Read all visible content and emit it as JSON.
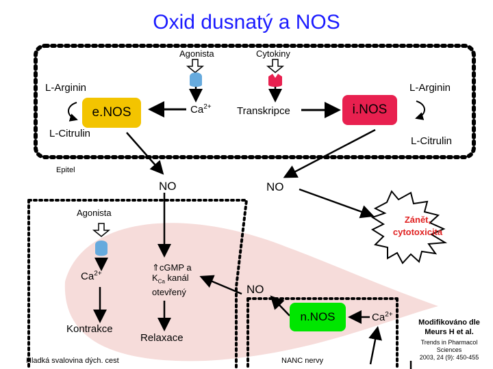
{
  "title": "Oxid dusnatý a NOS",
  "top": {
    "agonista": "Agonista",
    "cytokiny": "Cytokiny",
    "l_arginin_left": "L-Arginin",
    "l_arginin_right": "L-Arginin",
    "enos": "e.NOS",
    "ca_left": "Ca",
    "ca_sup": "2+",
    "transkripce": "Transkripce",
    "inos": "i.NOS",
    "l_citrulin_left": "L-Citrulin",
    "l_citrulin_right": "L-Citrulin",
    "epitel": "Epitel"
  },
  "middle": {
    "no_left": "NO",
    "no_right": "NO",
    "agonista": "Agonista",
    "zanet_line1": "Zánět,",
    "zanet_line2": "cytotoxicita"
  },
  "muscle": {
    "ca": "Ca",
    "ca_sup": "2+",
    "cgmp_arrow": "⇑",
    "cgmp": "cGMP a",
    "k": "K",
    "k_sub": "Ca",
    "kanal": " kanál",
    "otevreny": "otevřený",
    "kontrakce": "Kontrakce",
    "relaxace": "Relaxace",
    "label": "Hladká svalovina dých. cest"
  },
  "nerve": {
    "no": "NO",
    "nnos": "n.NOS",
    "ca": "Ca",
    "ca_sup": "2+",
    "label": "NANC nervy"
  },
  "credit": {
    "line1": "Modifikováno dle",
    "line2": "Meurs H et al.",
    "line3": "Trends in Pharmacol",
    "line4": "Sciences",
    "line5": "2003, 24 (9): 450-455"
  },
  "colors": {
    "title": "#1a1aff",
    "enos": "#f3c400",
    "inos": "#e8204f",
    "nnos": "#00e600",
    "receptor_blue": "#66aadd",
    "receptor_red": "#e8204f",
    "zanet_red": "#e02020",
    "muscle_fill": "#f6dcda"
  }
}
